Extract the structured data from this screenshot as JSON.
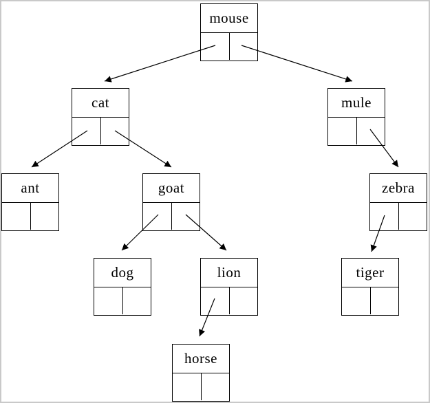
{
  "page": {
    "background_color": "#ffffff",
    "frame_border_color": "#c9c9c9",
    "line_color": "#000000"
  },
  "diagram": {
    "type": "binary-tree",
    "description": "Linked binary tree of animal names; each node is a record with a label field and left/right pointer cells",
    "root": "mouse",
    "nodes": {
      "mouse": {
        "label": "mouse"
      },
      "cat": {
        "label": "cat"
      },
      "mule": {
        "label": "mule"
      },
      "ant": {
        "label": "ant"
      },
      "goat": {
        "label": "goat"
      },
      "zebra": {
        "label": "zebra"
      },
      "dog": {
        "label": "dog"
      },
      "lion": {
        "label": "lion"
      },
      "tiger": {
        "label": "tiger"
      },
      "horse": {
        "label": "horse"
      }
    },
    "edges": [
      {
        "from": "mouse",
        "pointer": "left",
        "to": "cat"
      },
      {
        "from": "mouse",
        "pointer": "right",
        "to": "mule"
      },
      {
        "from": "cat",
        "pointer": "left",
        "to": "ant"
      },
      {
        "from": "cat",
        "pointer": "right",
        "to": "goat"
      },
      {
        "from": "goat",
        "pointer": "left",
        "to": "dog"
      },
      {
        "from": "goat",
        "pointer": "right",
        "to": "lion"
      },
      {
        "from": "lion",
        "pointer": "left",
        "to": "horse"
      },
      {
        "from": "mule",
        "pointer": "right",
        "to": "zebra"
      },
      {
        "from": "zebra",
        "pointer": "left",
        "to": "tiger"
      }
    ]
  }
}
